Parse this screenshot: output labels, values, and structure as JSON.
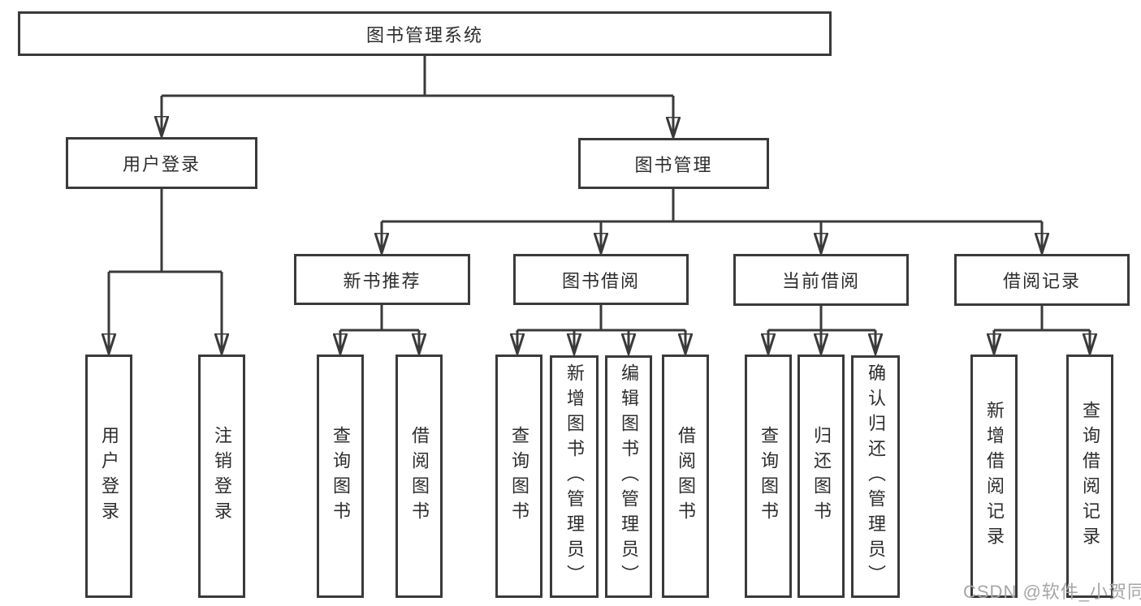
{
  "diagram": {
    "title": "图书管理系统",
    "nodes": {
      "system": "图书管理系统",
      "user_login_group": "用户登录",
      "book_management": "图书管理",
      "new_book_recommend": "新书推荐",
      "book_borrow": "图书借阅",
      "current_borrow": "当前借阅",
      "borrow_records": "借阅记录",
      "user_login": "用户登录",
      "logout": "注销登录",
      "nb_query_book": "查询图书",
      "nb_borrow_book": "借阅图书",
      "bb_query_book": "查询图书",
      "bb_add_book": "新增图书（管理员）",
      "bb_edit_book": "编辑图书（管理员）",
      "bb_borrow_book": "借阅图书",
      "cb_query_book": "查询图书",
      "cb_return_book": "归还图书",
      "cb_confirm_return": "确认归还（管理员）",
      "br_add_record": "新增借阅记录",
      "br_query_record": "查询借阅记录"
    },
    "colors": {
      "line": "#3a3a3a",
      "text": "#2d2d2d",
      "watermark": "#a6a6a6",
      "background": "#ffffff"
    }
  },
  "watermark": {
    "text": "CSDN @软件_小贺同学"
  }
}
